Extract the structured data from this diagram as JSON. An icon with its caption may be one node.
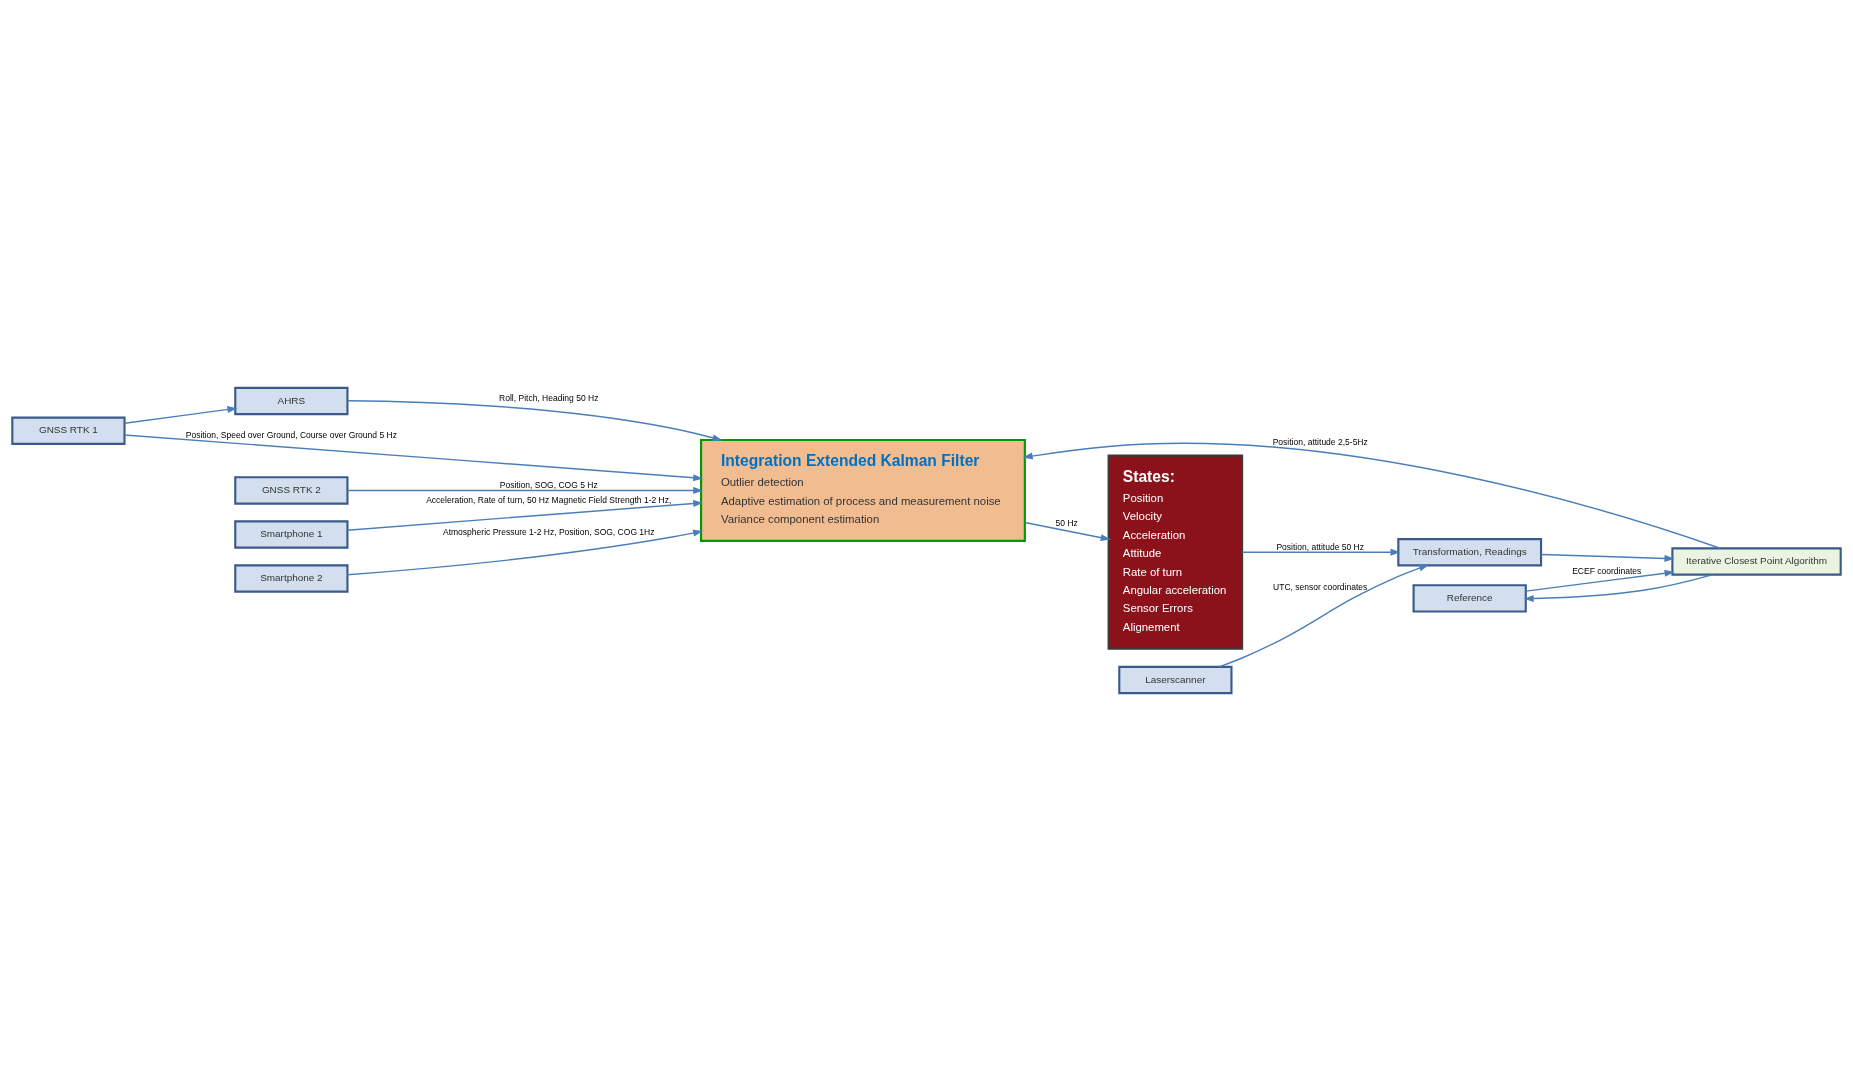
{
  "diagram": {
    "nodes": [
      {
        "text": [
          "GNSS RTK 1"
        ]
      },
      {
        "text": [
          "GNSS RTK 2"
        ]
      },
      {
        "text": [
          "AHRS"
        ]
      },
      {
        "text": [
          "Smartphone 1"
        ]
      },
      {
        "text": [
          "Smartphone 2"
        ]
      },
      {
        "text": [
          "Integration Extended Kalman Filter",
          "Outlier detection",
          "Adaptive estimation of process and measurement noise",
          "Variance component estimation"
        ]
      },
      {
        "text": [
          "States:",
          "Position",
          "Velocity",
          "Acceleration",
          "Attitude",
          "Rate of turn",
          "Angular acceleration",
          "Sensor Errors",
          "Alignement"
        ]
      },
      {
        "text": [
          "Laserscanner"
        ]
      },
      {
        "text": [
          "Reference"
        ]
      },
      {
        "text": [
          "Transformation, Readings"
        ]
      },
      {
        "text": [
          "Iterative Closest Point Algorithm"
        ]
      }
    ],
    "edges": [
      {
        "from": 0,
        "to": 2,
        "arrow": "to"
      },
      {
        "from": 0,
        "to": 5,
        "arrow": "to",
        "label": "Position, Speed over Ground, Course over Ground 5 Hz"
      },
      {
        "from": 1,
        "to": 5,
        "arrow": "to",
        "label": "Position, SOG, COG 5 Hz"
      },
      {
        "from": 2,
        "to": 5,
        "arrow": "to",
        "label": "Roll, Pitch, Heading 50 Hz"
      },
      {
        "from": 3,
        "to": 5,
        "arrow": "to",
        "label": "Acceleration, Rate of turn, 50 Hz Magnetic Field Strength 1-2 Hz,"
      },
      {
        "from": 4,
        "to": 5,
        "arrow": "to",
        "label": "Atmospheric Pressure 1-2 Hz, Position, SOG, COG 1Hz"
      },
      {
        "from": 5,
        "to": 6,
        "arrow": "to",
        "label": "50 Hz"
      },
      {
        "from": 10,
        "to": 5,
        "arrow": "to",
        "label": "Position, attitude 2,5-5Hz"
      },
      {
        "from": 10,
        "to": 8,
        "arrow": "to"
      },
      {
        "from": 8,
        "to": 10,
        "arrow": "to",
        "label": "ECEF coordinates"
      },
      {
        "from": 9,
        "to": 10,
        "arrow": "to"
      },
      {
        "from": 7,
        "to": 9,
        "arrow": "to",
        "label": "UTC, sensor coordinates"
      },
      {
        "from": 6,
        "to": 9,
        "arrow": "to",
        "label": "Position, attitude 50 Hz"
      }
    ]
  }
}
